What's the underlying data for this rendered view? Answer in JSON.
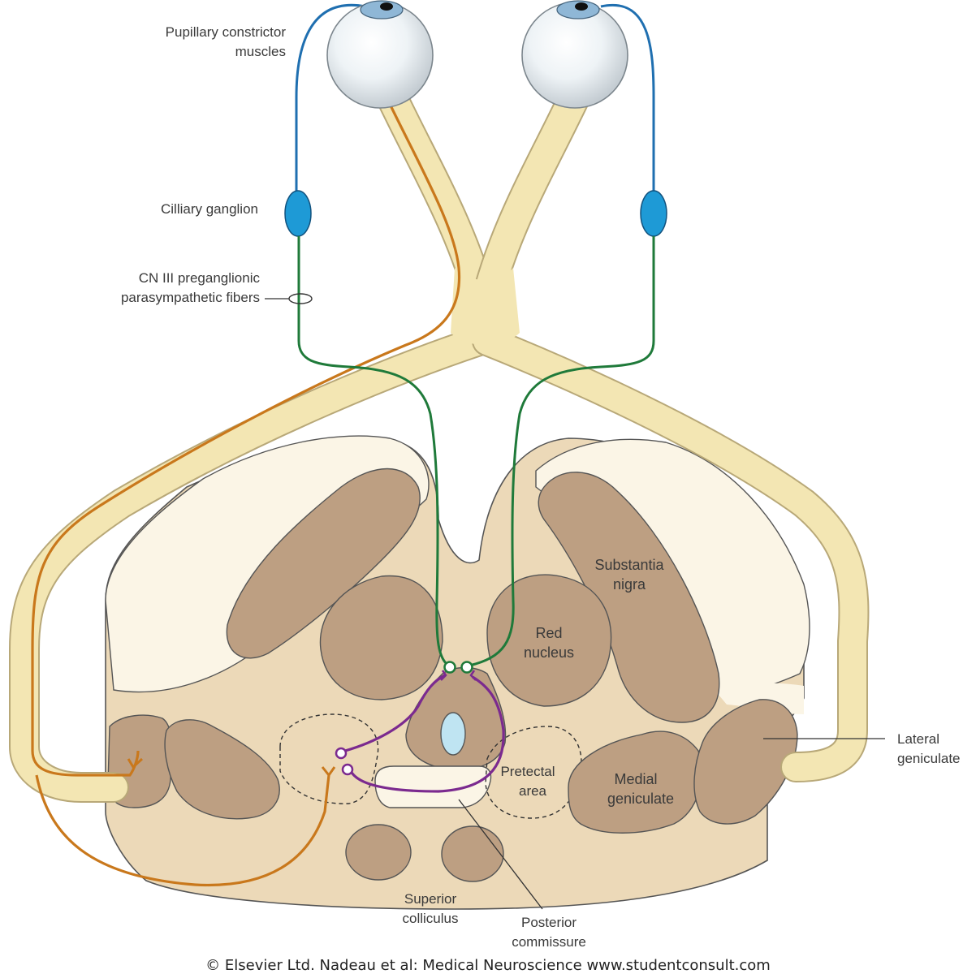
{
  "labels": {
    "pupillary_1": "Pupillary constrictor",
    "pupillary_2": "muscles",
    "ciliary_ganglion": "Cilliary ganglion",
    "cn3_1": "CN III preganglionic",
    "cn3_2": "parasympathetic fibers",
    "substantia_1": "Substantia",
    "substantia_2": "nigra",
    "red_1": "Red",
    "red_2": "nucleus",
    "pretectal_1": "Pretectal",
    "pretectal_2": "area",
    "medial_1": "Medial",
    "medial_2": "geniculate",
    "lateral_1": "Lateral",
    "lateral_2": "geniculate",
    "superior_1": "Superior",
    "superior_2": "colliculus",
    "posterior_1": "Posterior",
    "posterior_2": "commissure"
  },
  "credit": "© Elsevier Ltd. Nadeau et al: Medical Neuroscience www.studentconsult.com",
  "colors": {
    "optic_tract": "#f3e6b3",
    "optic_outline": "#b8a878",
    "brainstem": "#ecd9b8",
    "white_matter": "#fbf5e6",
    "nuclei": "#bd9f82",
    "pathway_orange": "#c9781c",
    "pathway_blue": "#1f6fb0",
    "ganglion": "#1e9ad6",
    "parasympathetic_green": "#1f7a3a",
    "pretectal_purple": "#7b2a8f",
    "ventricle": "#bfe4f2"
  }
}
